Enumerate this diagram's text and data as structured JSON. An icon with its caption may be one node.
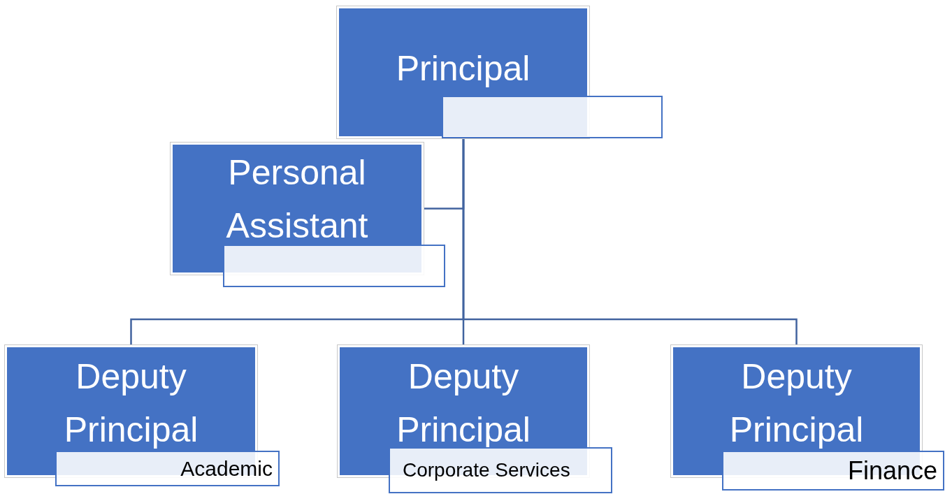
{
  "diagram": {
    "nodes": [
      {
        "text": [
          "Principal"
        ]
      },
      {
        "text": [],
        "shape": "box"
      },
      {
        "text": [
          "Personal Assistant"
        ]
      },
      {
        "text": [],
        "shape": "box"
      },
      {
        "text": [
          "Deputy Principal"
        ]
      },
      {
        "text": [
          "Academic"
        ]
      },
      {
        "text": [
          "Deputy Principal"
        ]
      },
      {
        "text": [
          "Corporate Services"
        ]
      },
      {
        "text": [
          "Deputy Principal"
        ]
      },
      {
        "text": [
          "Finance"
        ]
      }
    ],
    "edges": [
      {
        "from": 0,
        "to": 2,
        "arrow": "none"
      },
      {
        "from": 0,
        "to": 4,
        "arrow": "none"
      },
      {
        "from": 0,
        "to": 6,
        "arrow": "none"
      },
      {
        "from": 0,
        "to": 8,
        "arrow": "none"
      }
    ]
  }
}
